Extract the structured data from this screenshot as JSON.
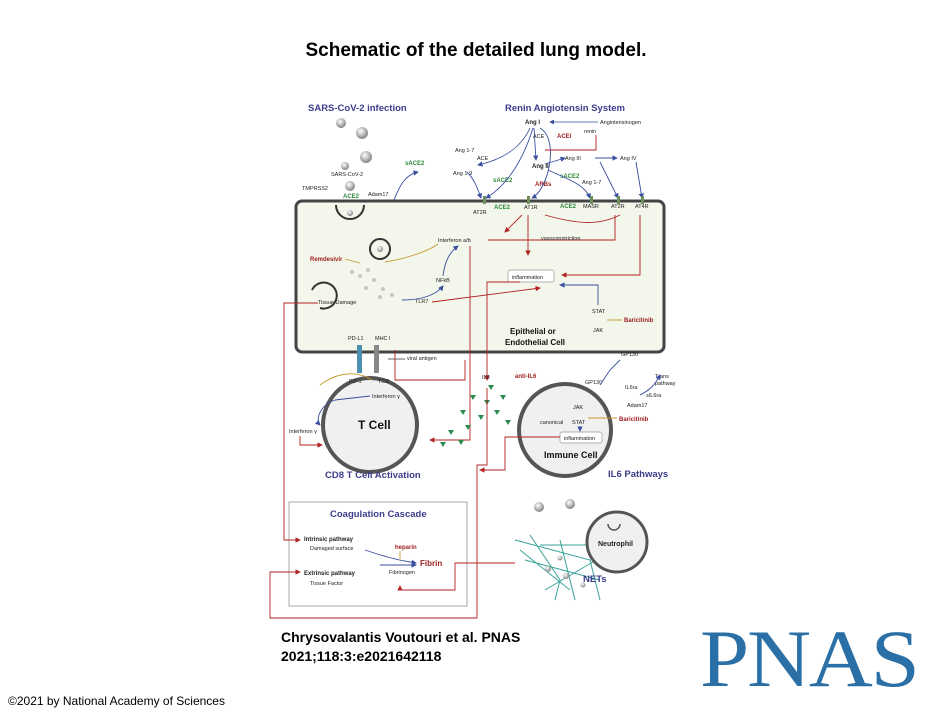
{
  "title": "Schematic of the detailed lung model.",
  "citation": {
    "line1": "Chrysovalantis Voutouri et al. PNAS",
    "line2": "2021;118:3:e2021642118"
  },
  "copyright": "©2021 by National Academy of Sciences",
  "logo": "PNAS",
  "colors": {
    "accent": "#3c3c8c",
    "drug": "#9b1c1c",
    "green": "#2f8a3c",
    "red_arrow": "#b22222",
    "blue_arrow": "#3a4fa0",
    "logo": "#2a6fa6",
    "cell_fill": "#f3f6ea"
  },
  "sections": {
    "infection": "SARS-CoV-2 infection",
    "ras": "Renin Angiotensin System",
    "epithelial": "Epithelial or",
    "endothelial": "Endothelial Cell",
    "cd8": "CD8 T Cell Activation",
    "il6": "IL6 Pathways",
    "coag": "Coagulation Cascade",
    "nets": "NETs"
  },
  "labels": {
    "ang1": "Ang I",
    "angiotensinogen": "Angiotensinogen",
    "renin": "renin",
    "ace_top": "ACE",
    "acei": "ACEI",
    "ang17_a": "Ang 1-7",
    "ace": "ACE",
    "ang19": "Ang 1-9",
    "sace2_a": "sACE2",
    "ang2": "Ang II",
    "ang3": "Ang III",
    "ang4": "Ang IV",
    "sace2_b": "sACE2",
    "ang17_b": "Ang 1-7",
    "arbs": "ARBs",
    "at2r_a": "AT2R",
    "ace2_a": "ACE2",
    "at1r": "AT1R",
    "ace2_b": "ACE2",
    "masr": "MASR",
    "at2r_b": "AT2R",
    "at4r": "AT4R",
    "sarscov2": "SARS-CoV-2",
    "tmprss2": "TMPRSS2",
    "ace2_entry": "ACE2",
    "adam17_a": "Adam17",
    "sace2_c": "sACE2",
    "remdesivir": "Remdesivir",
    "interferon_ab": "Interferon a/b",
    "vasoconstriction": "vasoconstriction",
    "inflammation_a": "inflammation",
    "nfkb": "NFkB",
    "tlr7": "TLR7",
    "tissue_damage": "Tissue Damage",
    "stat_a": "STAT",
    "baricitinib_a": "Baricitinib",
    "jak_a": "JAK",
    "gp130_a": "GP130",
    "pdl1": "PD-L1",
    "mhc1": "MHC I",
    "viral_antigen": "viral antigen",
    "pd1": "PD-1",
    "tcr": "TCR",
    "interferon_g_a": "Interferon γ",
    "interferon_g_b": "Interferon γ",
    "tcell": "T Cell",
    "il6": "IL6",
    "anti_il6": "anti-IL6",
    "gp130_b": "GP130",
    "il6ra": "IL6ra",
    "sil6ra": "sIL6ra",
    "trans": "Trans",
    "pathway": "pathway",
    "adam17_b": "Adam17",
    "jak_b": "JAK",
    "canonical": "canonical",
    "stat_b": "STAT",
    "baricitinib_b": "Baricitinib",
    "inflammation_b": "inflammation",
    "immune": "Immune Cell",
    "intrinsic": "Intrinsic pathway",
    "damaged": "Damaged surface",
    "heparin": "heparin",
    "fibrin": "Fibrin",
    "extrinsic": "Extrinsic pathway",
    "fibrinogen": "Fibrinogen",
    "tissue_factor": "Tissue Factor",
    "neutrophil": "Neutrophil"
  }
}
